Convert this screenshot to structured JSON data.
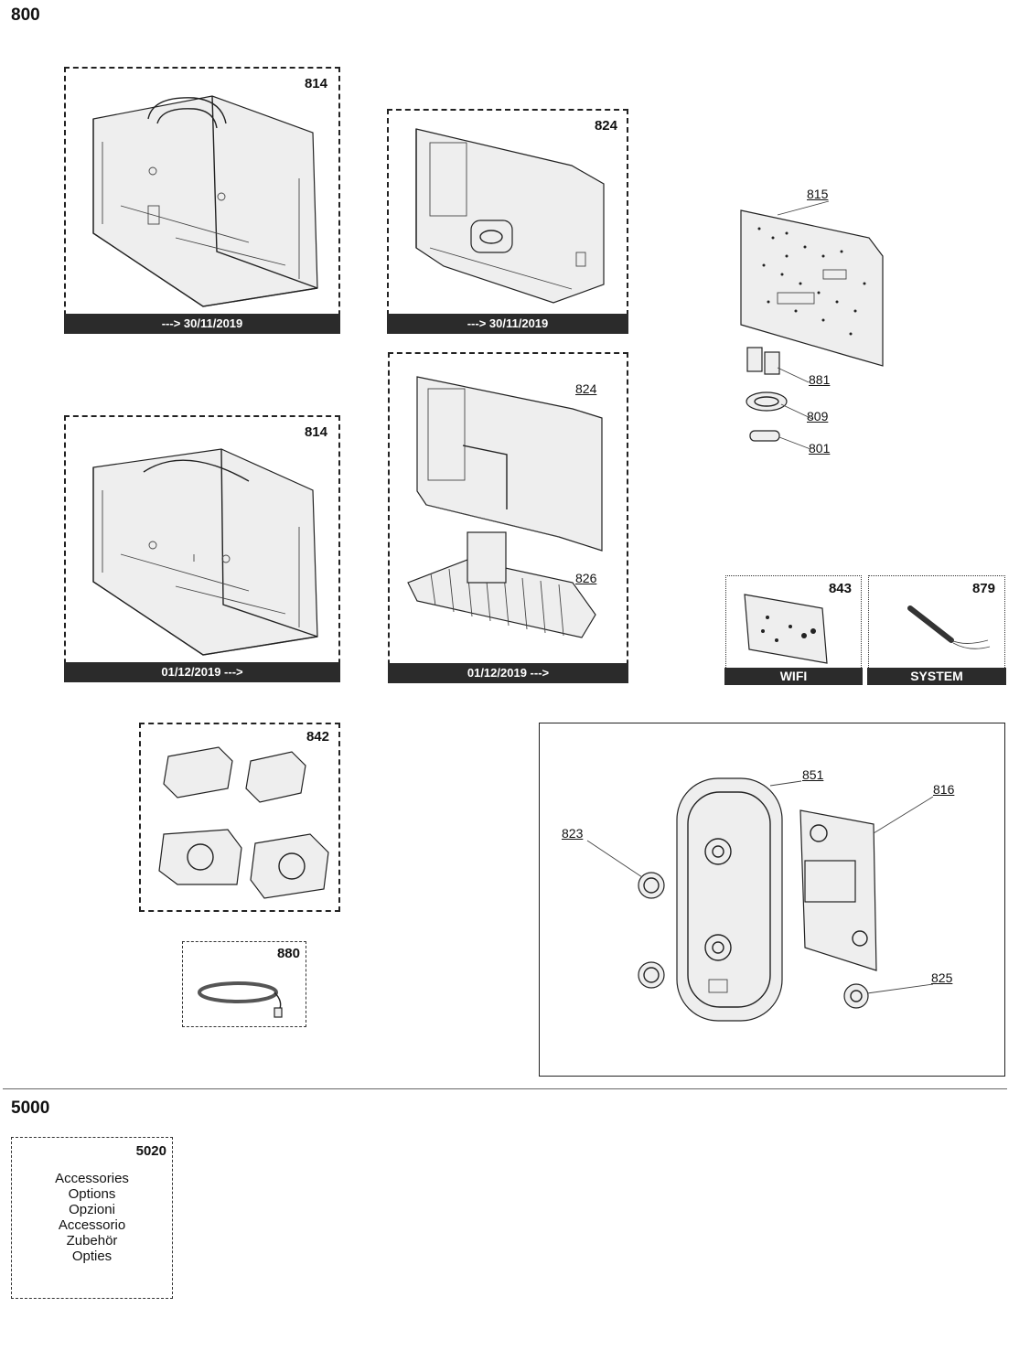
{
  "sections": {
    "s800": "800",
    "s5000": "5000"
  },
  "boxes": {
    "b814a": {
      "num": "814",
      "date": "---> 30/11/2019"
    },
    "b824a": {
      "num": "824",
      "date": "---> 30/11/2019"
    },
    "b814b": {
      "num": "814",
      "date": "01/12/2019 --->"
    },
    "b824b": {
      "date": "01/12/2019 --->"
    },
    "b842": {
      "num": "842"
    },
    "b880": {
      "num": "880"
    },
    "b843": {
      "num": "843",
      "label": "WIFI"
    },
    "b879": {
      "num": "879",
      "label": "SYSTEM"
    },
    "b5020": {
      "num": "5020"
    }
  },
  "callouts": {
    "c815": "815",
    "c881": "881",
    "c809": "809",
    "c801": "801",
    "c824": "824",
    "c826": "826",
    "c851": "851",
    "c816": "816",
    "c823": "823",
    "c825": "825"
  },
  "accessories": [
    "Accessories",
    "Options",
    "Opzioni",
    "Accessorio",
    "Zubehör",
    "Opties"
  ]
}
